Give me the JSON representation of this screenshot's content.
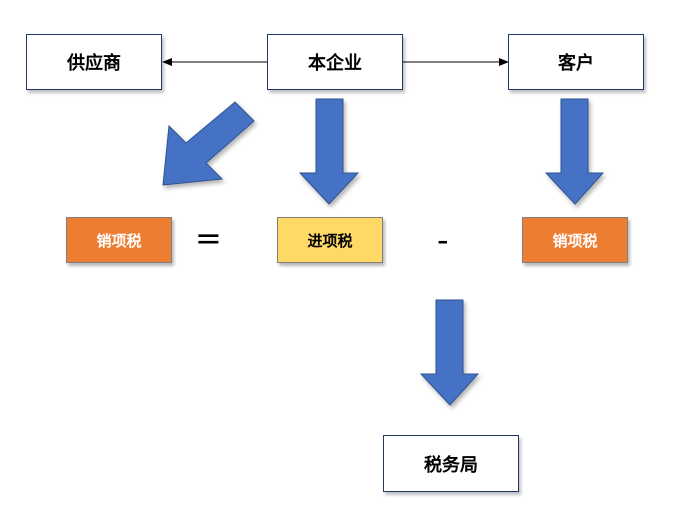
{
  "nodes": {
    "supplier": "供应商",
    "company": "本企业",
    "customer": "客户",
    "sales_tax_left": "销项税",
    "input_tax": "进项税",
    "sales_tax_right": "销项税",
    "tax_bureau": "税务局"
  },
  "operators": {
    "equals": "=",
    "minus": "-"
  },
  "colors": {
    "arrow_fill": "#4472c4",
    "arrow_stroke": "#2f528f",
    "orange_box": "#ed7d31",
    "yellow_box": "#ffd966",
    "box_border": "#1f3864"
  }
}
